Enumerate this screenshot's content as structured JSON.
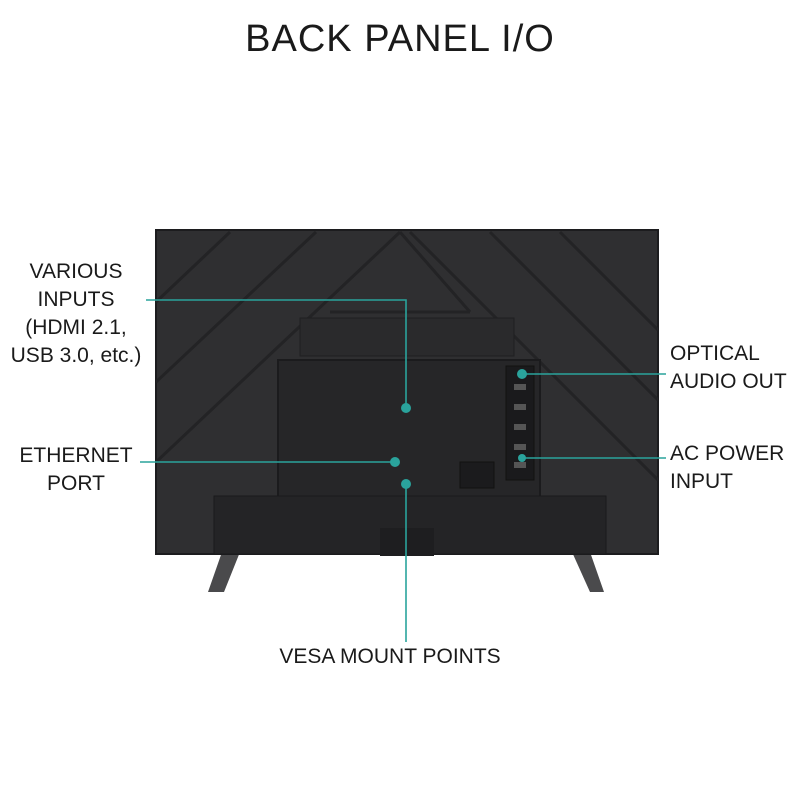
{
  "title": "BACK PANEL I/O",
  "callouts": {
    "inputs": "VARIOUS\nINPUTS\n(HDMI 2.1,\nUSB 3.0, etc.)",
    "ethernet": "ETHERNET\nPORT",
    "optical": "OPTICAL\nAUDIO OUT",
    "power": "AC POWER\nINPUT",
    "vesa": "VESA MOUNT POINTS"
  },
  "colors": {
    "accent": "#2aa39c",
    "tv_body": "#2d2d2f",
    "tv_edge": "#1c1c1e",
    "stand": "#3a3a3c"
  }
}
